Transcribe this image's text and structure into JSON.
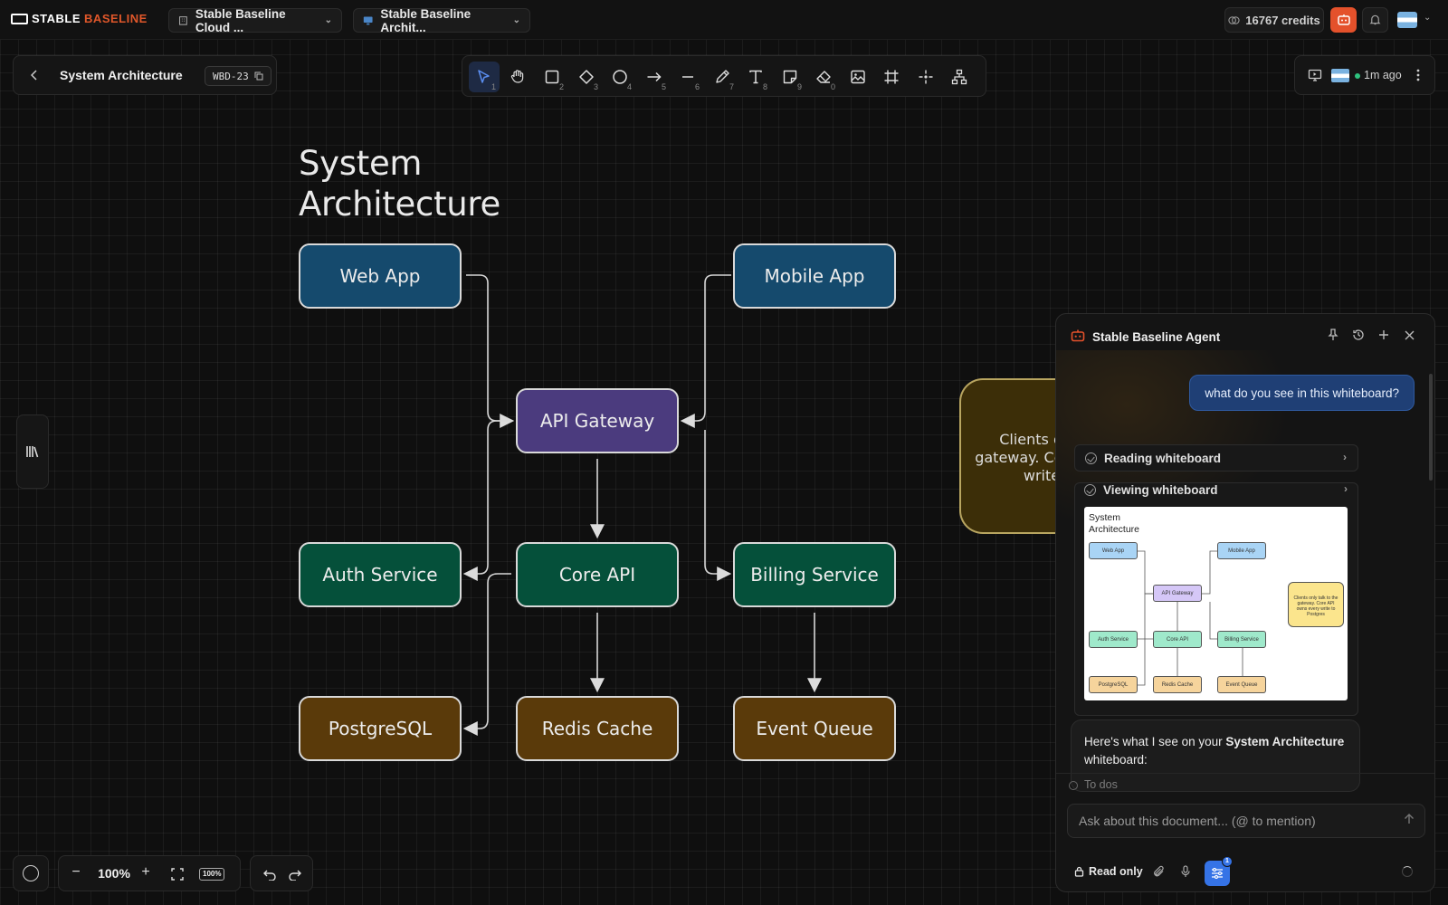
{
  "app": {
    "logo_left": "STABLE",
    "logo_right": "BASELINE",
    "workspace": "Stable Baseline Cloud ...",
    "document": "Stable Baseline Archit...",
    "credits": "16767 credits"
  },
  "doc": {
    "title": "System Architecture",
    "id": "WBD-23",
    "last_saved": "1m ago"
  },
  "toolbar": {
    "tools": [
      {
        "name": "select",
        "key": "1"
      },
      {
        "name": "hand",
        "key": ""
      },
      {
        "name": "rectangle",
        "key": "2"
      },
      {
        "name": "diamond",
        "key": "3"
      },
      {
        "name": "ellipse",
        "key": "4"
      },
      {
        "name": "arrow",
        "key": "5"
      },
      {
        "name": "line",
        "key": "6"
      },
      {
        "name": "draw",
        "key": "7"
      },
      {
        "name": "text",
        "key": "8"
      },
      {
        "name": "note",
        "key": "9"
      },
      {
        "name": "eraser",
        "key": "0"
      },
      {
        "name": "image",
        "key": ""
      },
      {
        "name": "frame",
        "key": ""
      },
      {
        "name": "laser",
        "key": ""
      },
      {
        "name": "diagram",
        "key": ""
      }
    ]
  },
  "canvas": {
    "title_line1": "System",
    "title_line2": "Architecture",
    "nodes": {
      "web_app": "Web App",
      "mobile_app": "Mobile App",
      "api_gateway": "API Gateway",
      "auth_service": "Auth Service",
      "core_api": "Core API",
      "billing_service": "Billing Service",
      "postgresql": "PostgreSQL",
      "redis_cache": "Redis Cache",
      "event_queue": "Event Queue"
    },
    "note_visible": "Clients only gateway. Co every write"
  },
  "zoom": {
    "minus": "−",
    "value": "100%",
    "plus": "+",
    "reset_badge": "100%"
  },
  "agent": {
    "title": "Stable Baseline Agent",
    "user_message": "what do you see in this whiteboard?",
    "steps": [
      "Reading whiteboard",
      "Viewing whiteboard"
    ],
    "thumbnail": {
      "title": "System Architecture",
      "note": "Clients only talk to the gateway. Core API owns every write to Postgres"
    },
    "reply_prefix": "Here's what I see on your ",
    "reply_bold": "System Architecture",
    "reply_suffix": "whiteboard:",
    "todos": "To dos",
    "input_placeholder": "Ask about this document... (@ to mention)",
    "mode": "Read only",
    "config_count": "1"
  }
}
